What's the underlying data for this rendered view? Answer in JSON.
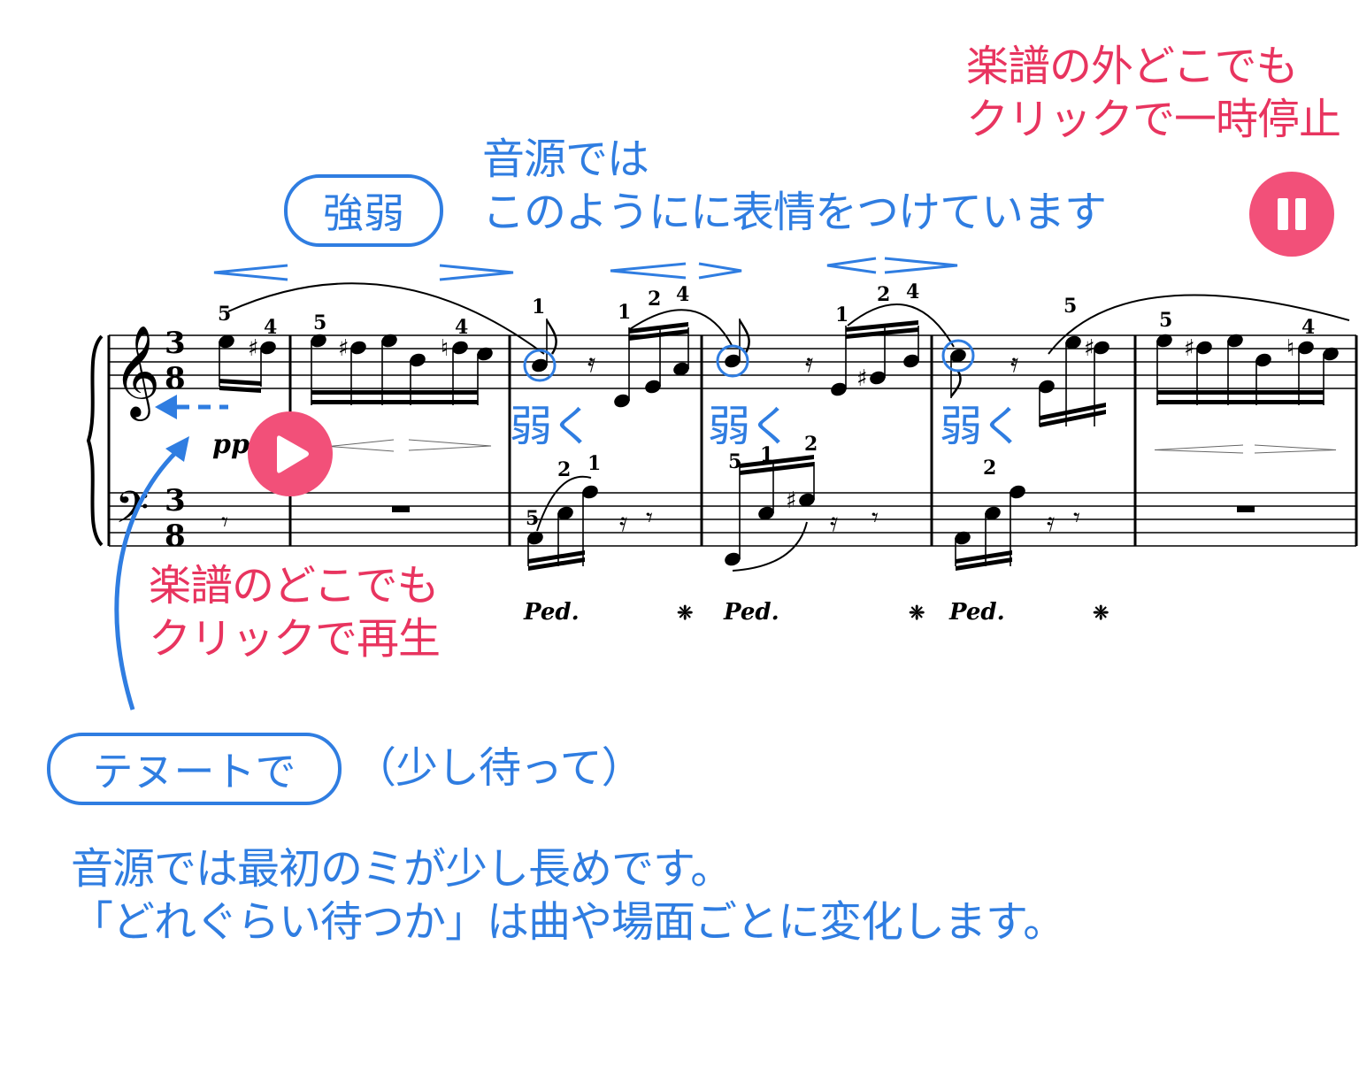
{
  "annotations": {
    "dynamics_label": "強弱",
    "dynamics_note_line1": "音源では",
    "dynamics_note_line2": "このようにに表情をつけています",
    "pause_hint_line1": "楽譜の外どこでも",
    "pause_hint_line2": "クリックで一時停止",
    "play_hint_line1": "楽譜のどこでも",
    "play_hint_line2": "クリックで再生",
    "soft_labels": [
      "弱く",
      "弱く",
      "弱く"
    ],
    "tenuto_label": "テヌートで",
    "tenuto_note": "（少し待って）",
    "bottom_line1": "音源では最初のミが少し長めです。",
    "bottom_line2": "「どれぐらい待つか」は曲や場面ごとに変化します。"
  },
  "score": {
    "time_signature_top": "3",
    "time_signature_bottom": "8",
    "dynamic": "pp",
    "treble_fingerings": [
      "5",
      "4",
      "5",
      "4",
      "1",
      "1",
      "2",
      "4",
      "1",
      "2",
      "4",
      "5",
      "5",
      "4"
    ],
    "bass_fingerings": [
      "2",
      "1",
      "5",
      "5",
      "1",
      "2",
      "2"
    ],
    "pedal_marks": [
      "𝒫𝑒𝒹.",
      "𝒫𝑒𝒹.",
      "𝒫𝑒𝒹."
    ],
    "pedal_release": [
      "❈",
      "❈",
      "❈"
    ]
  },
  "controls": {
    "play_icon": "play-icon",
    "pause_icon": "pause-icon"
  },
  "colors": {
    "annotation_blue": "#2f7de1",
    "hint_pink": "#e8345f",
    "button_pink": "#f25079"
  }
}
